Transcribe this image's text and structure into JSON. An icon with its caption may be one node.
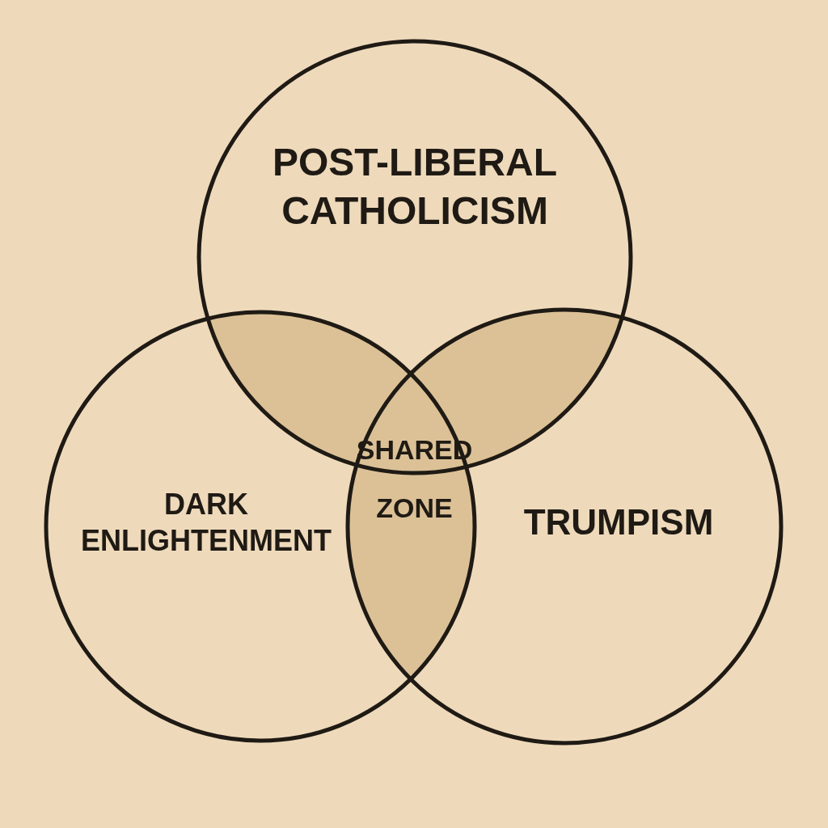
{
  "diagram": {
    "nodes": [
      {
        "text": [
          "POST-LIBERAL CATHOLICISM"
        ]
      },
      {
        "text": [
          "DARK ENLIGHTENMENT"
        ]
      },
      {
        "text": [
          "TRUMPISM"
        ]
      },
      {
        "text": [
          "SHARED ZONE"
        ]
      }
    ]
  }
}
